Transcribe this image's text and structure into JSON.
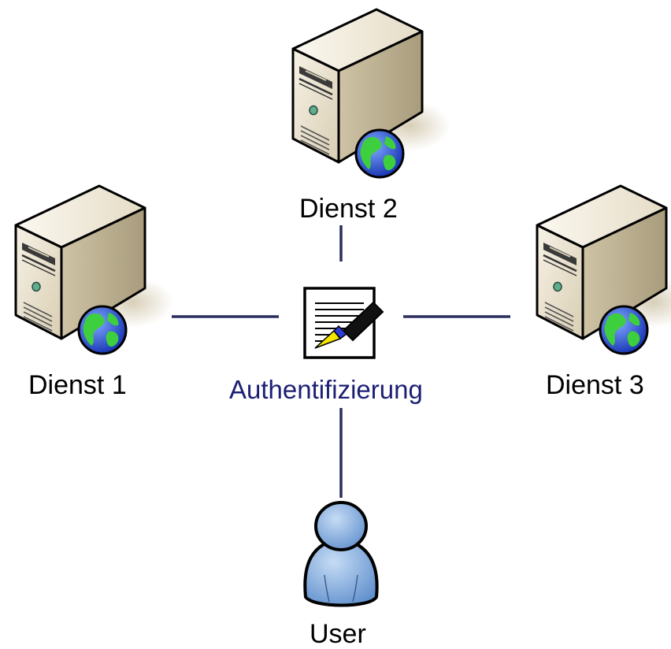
{
  "nodes": {
    "dienst1": {
      "label": "Dienst 1"
    },
    "dienst2": {
      "label": "Dienst 2"
    },
    "dienst3": {
      "label": "Dienst 3"
    },
    "auth": {
      "label": "Authentifizierung"
    },
    "user": {
      "label": "User"
    }
  },
  "colors": {
    "connector": "#2b2e5e",
    "auth_label": "#1c1f73",
    "server_body": "#eae2cf",
    "user_fill": "#8db4e2"
  }
}
